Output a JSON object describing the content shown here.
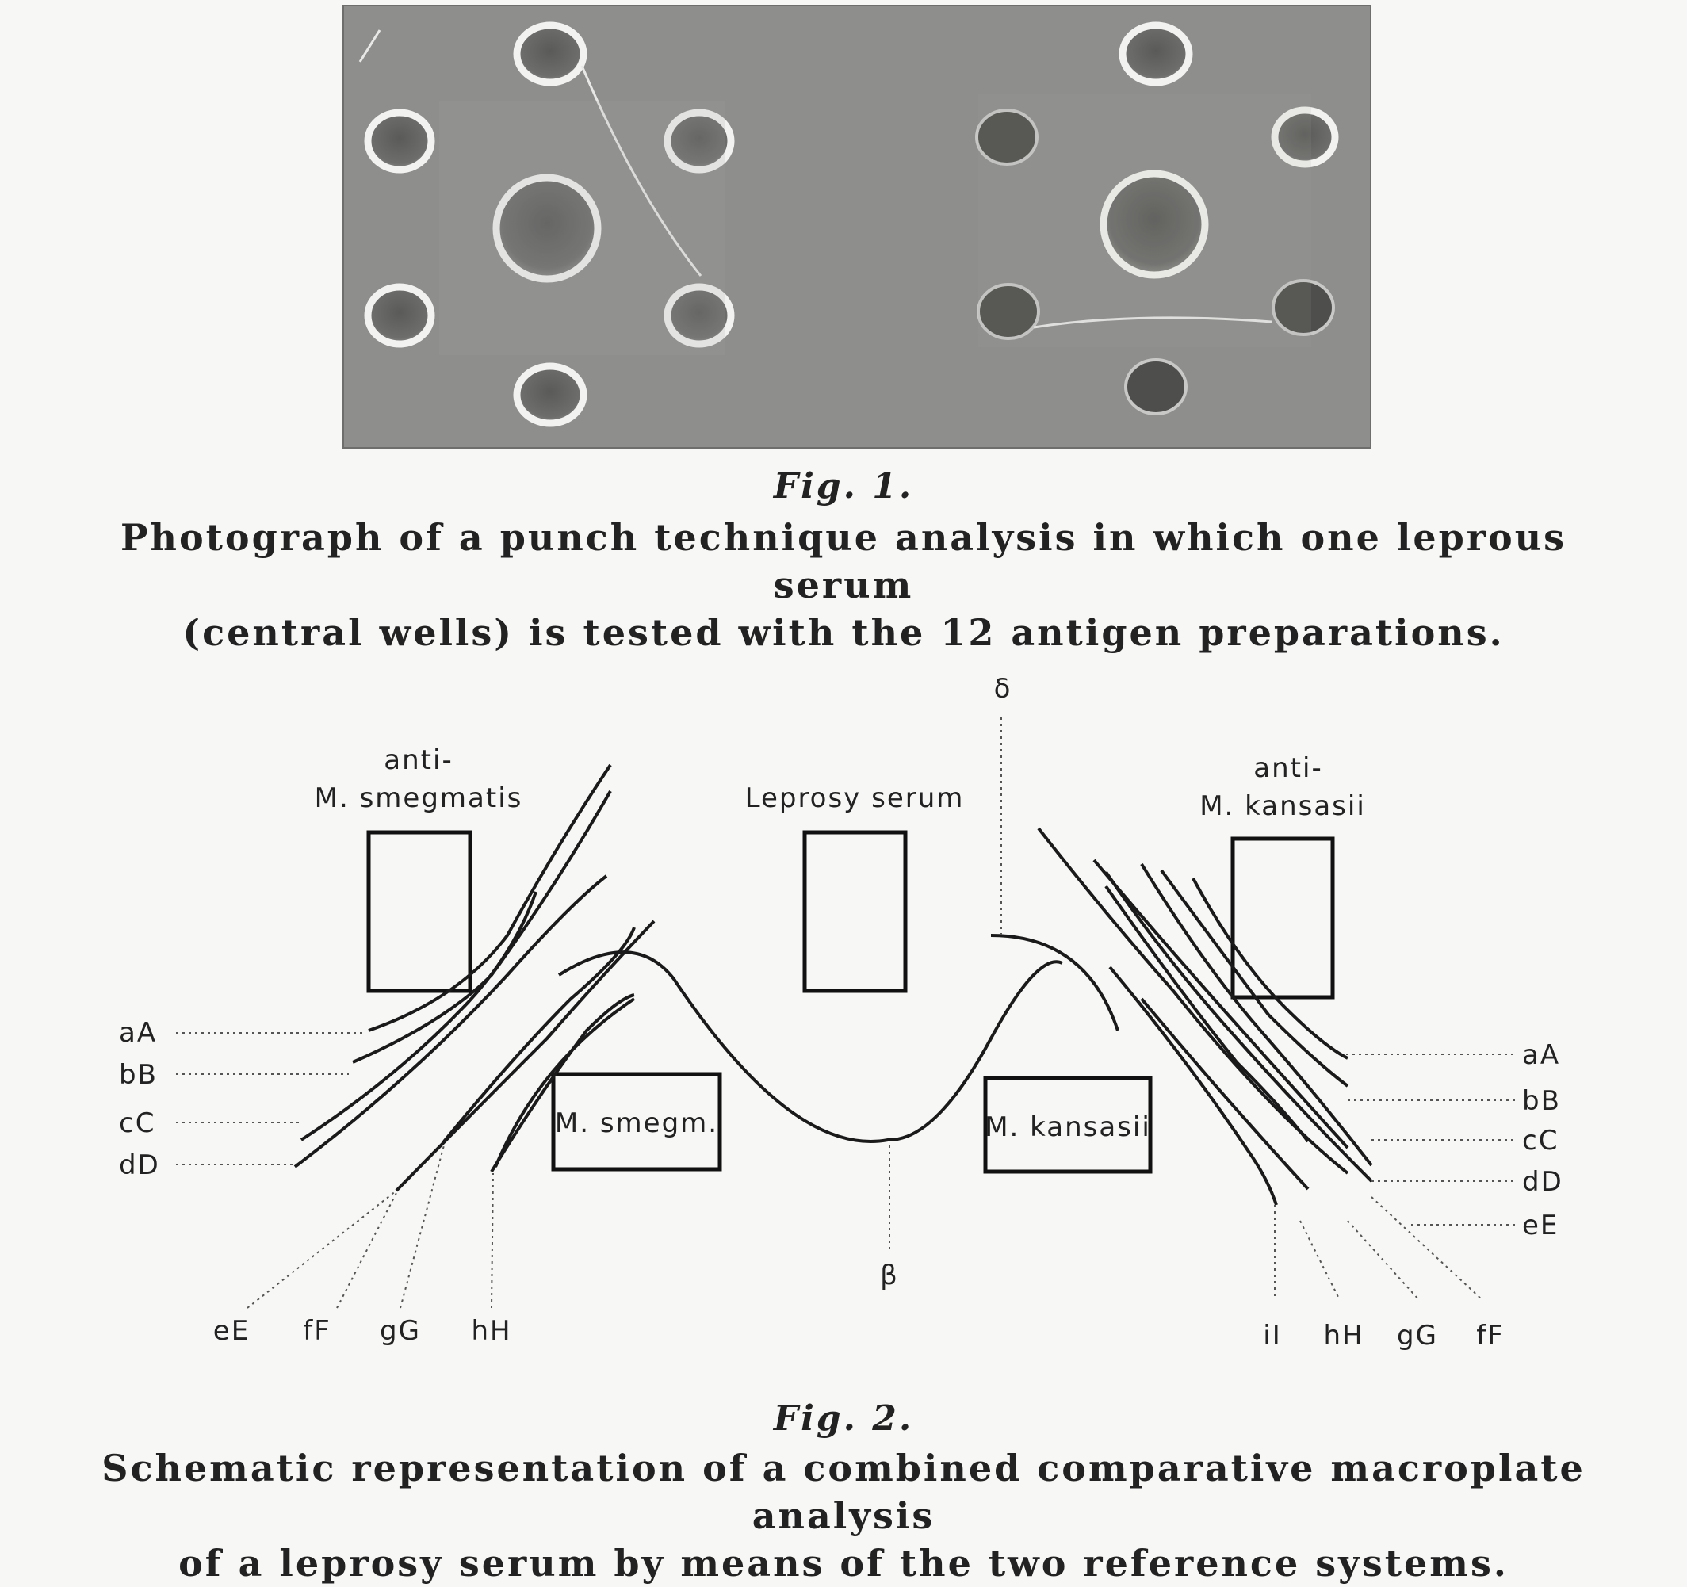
{
  "figure1": {
    "label": "Fig. 1.",
    "caption_line1": "Photograph of a punch technique analysis in which one leprous serum",
    "caption_line2": "(central wells) is tested with the 12 antigen preparations."
  },
  "figure2": {
    "label": "Fig. 2.",
    "caption_line1": "Schematic representation of a combined comparative macroplate analysis",
    "caption_line2": "of a leprosy serum by means of the two reference systems.",
    "well_labels": {
      "anti_smegmatis_line1": "anti-",
      "anti_smegmatis_line2": "M. smegmatis",
      "leprosy_serum": "Leprosy serum",
      "anti_kansasii_line1": "anti-",
      "anti_kansasii_line2": "M. kansasii",
      "m_smegm": "M. smegm.",
      "m_kansasii": "M. kansasii"
    },
    "greek": {
      "delta": "δ",
      "beta": "β"
    },
    "left_arc_labels": [
      "aA",
      "bB",
      "cC",
      "dD"
    ],
    "left_bottom_labels": [
      "eE",
      "fF",
      "gG",
      "hH"
    ],
    "right_arc_labels": [
      "aA",
      "bB",
      "cC",
      "dD",
      "eE"
    ],
    "right_bottom_labels": [
      "iI",
      "hH",
      "gG",
      "fF"
    ]
  }
}
